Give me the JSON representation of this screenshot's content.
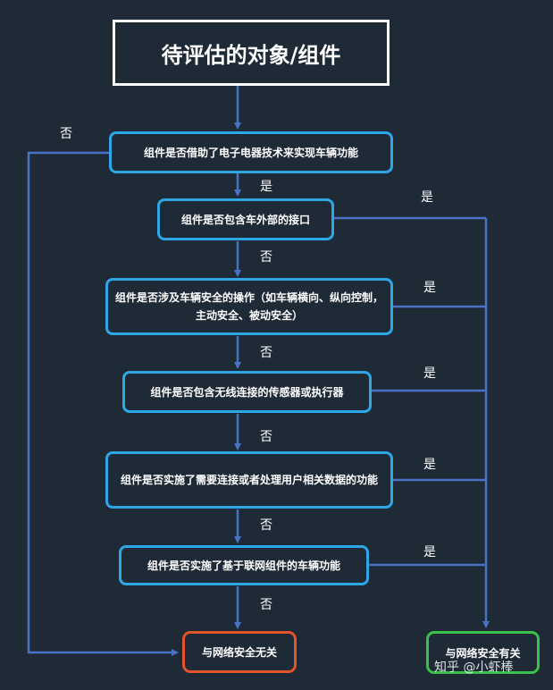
{
  "title": "待评估的对象/组件",
  "questions": [
    "组件是否借助了电子电器技术来实现车辆功能",
    "组件是否包含车外部的接口",
    "组件是否涉及车辆安全的操作（如车辆横向、纵向控制，主动安全、被动安全）",
    "组件是否包含无线连接的传感器或执行器",
    "组件是否实施了需要连接或者处理用户相关数据的功能",
    "组件是否实施了基于联网组件的车辆功能"
  ],
  "outcomes": {
    "not_relevant": "与网络安全无关",
    "relevant": "与网络安全有关"
  },
  "labels": {
    "yes": "是",
    "no": "否"
  },
  "watermark": "知乎 @小虾棒",
  "colors": {
    "background": "#1f2a37",
    "arrow": "#4a72c4",
    "question_border": "#2fa7e6",
    "not_relevant_border": "#e2542a",
    "relevant_border": "#39c24a"
  }
}
